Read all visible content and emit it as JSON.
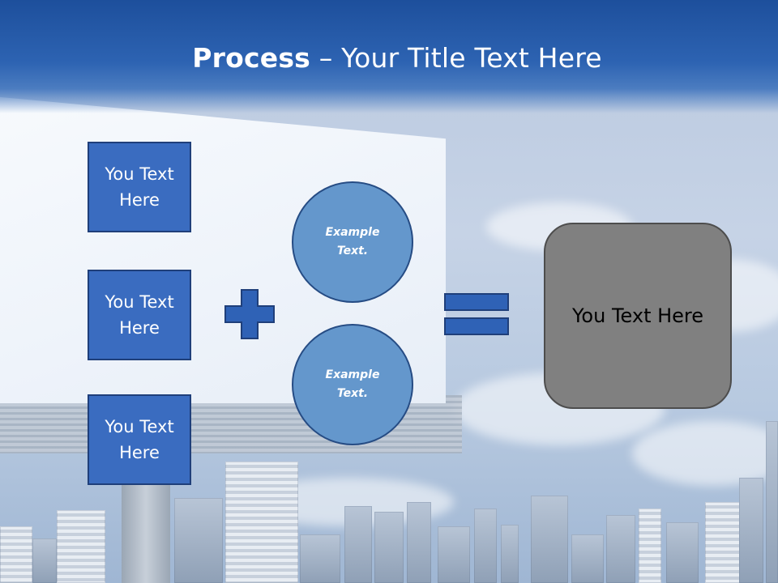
{
  "slide": {
    "title_bold": "Process",
    "title_rest": " – Your Title Text Here"
  },
  "inputs": [
    {
      "label": "You Text\nHere"
    },
    {
      "label": "You Text\nHere"
    },
    {
      "label": "You Text\nHere"
    }
  ],
  "circles": [
    {
      "label": "Example\nText."
    },
    {
      "label": "Example\nText."
    }
  ],
  "result": {
    "label": "You Text Here"
  },
  "icons": {
    "plus": "plus-icon",
    "equals": "equals-icon"
  },
  "colors": {
    "header": "#1d4f9c",
    "box_fill": "#3a6cc0",
    "circle_fill": "#6497cc",
    "result_fill": "#808080",
    "operator_fill": "#2f62b6"
  }
}
